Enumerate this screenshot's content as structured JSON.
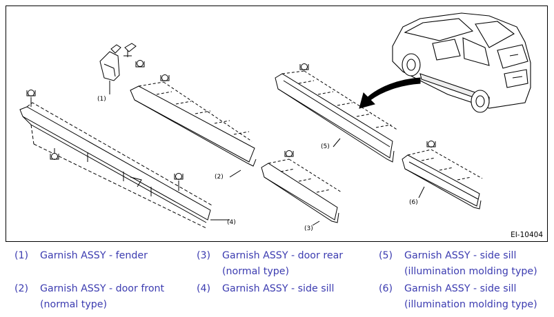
{
  "figure": {
    "id": "EI-10404",
    "callouts": [
      "(1)",
      "(2)",
      "(3)",
      "(4)",
      "(5)",
      "(6)"
    ]
  },
  "legend": [
    {
      "num": "(1)",
      "line1": "Garnish ASSY - fender",
      "line2": ""
    },
    {
      "num": "(2)",
      "line1": "Garnish ASSY - door front",
      "line2": "(normal type)"
    },
    {
      "num": "(3)",
      "line1": "Garnish ASSY - door rear",
      "line2": "(normal type)"
    },
    {
      "num": "(4)",
      "line1": "Garnish ASSY - side sill",
      "line2": ""
    },
    {
      "num": "(5)",
      "line1": "Garnish ASSY - side sill",
      "line2": "(illumination molding type)"
    },
    {
      "num": "(6)",
      "line1": "Garnish ASSY - side sill",
      "line2": "(illumination molding type)"
    }
  ],
  "colors": {
    "legend_text": "#3b3bb0",
    "line": "#000000"
  }
}
